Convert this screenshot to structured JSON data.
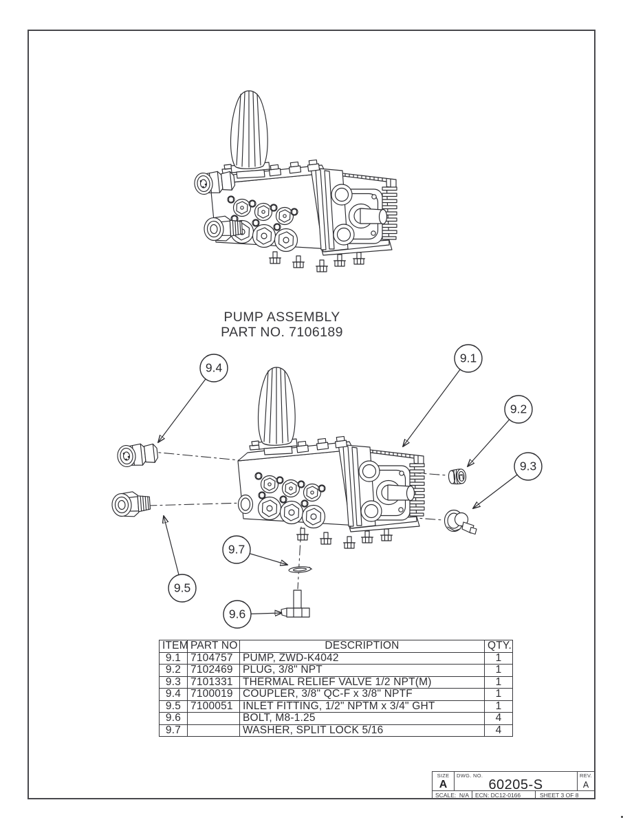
{
  "drawing": {
    "title_line1": "PUMP ASSEMBLY",
    "title_line2": "PART NO. 7106189"
  },
  "callouts": [
    {
      "label": "9.1"
    },
    {
      "label": "9.2"
    },
    {
      "label": "9.3"
    },
    {
      "label": "9.4"
    },
    {
      "label": "9.5"
    },
    {
      "label": "9.6"
    },
    {
      "label": "9.7"
    }
  ],
  "parts_table": {
    "headers": [
      "ITEM",
      "PART NO",
      "DESCRIPTION",
      "QTY."
    ],
    "rows": [
      [
        "9.1",
        "7104757",
        "PUMP, ZWD-K4042",
        "1"
      ],
      [
        "9.2",
        "7102469",
        "PLUG, 3/8\" NPT",
        "1"
      ],
      [
        "9.3",
        "7101331",
        "THERMAL RELIEF VALVE 1/2 NPT(M)",
        "1"
      ],
      [
        "9.4",
        "7100019",
        "COUPLER, 3/8\" QC-F x 3/8\" NPTF",
        "1"
      ],
      [
        "9.5",
        "7100051",
        "INLET FITTING, 1/2\" NPTM x 3/4\" GHT",
        "1"
      ],
      [
        "9.6",
        "",
        "BOLT, M8-1.25",
        "4"
      ],
      [
        "9.7",
        "",
        "WASHER, SPLIT LOCK 5/16",
        "4"
      ]
    ]
  },
  "title_block": {
    "size_label": "SIZE",
    "size_value": "A",
    "dwg_label": "DWG.  NO.",
    "dwg_value": "60205-S",
    "rev_label": "REV.",
    "rev_value": "A",
    "scale_label": "SCALE:",
    "scale_value": "N/A",
    "ecn": "ECN: DC12-0166",
    "sheet": "SHEET 3 OF 8"
  },
  "colors": {
    "line": "#2b2b2f",
    "frame": "#47474b"
  }
}
